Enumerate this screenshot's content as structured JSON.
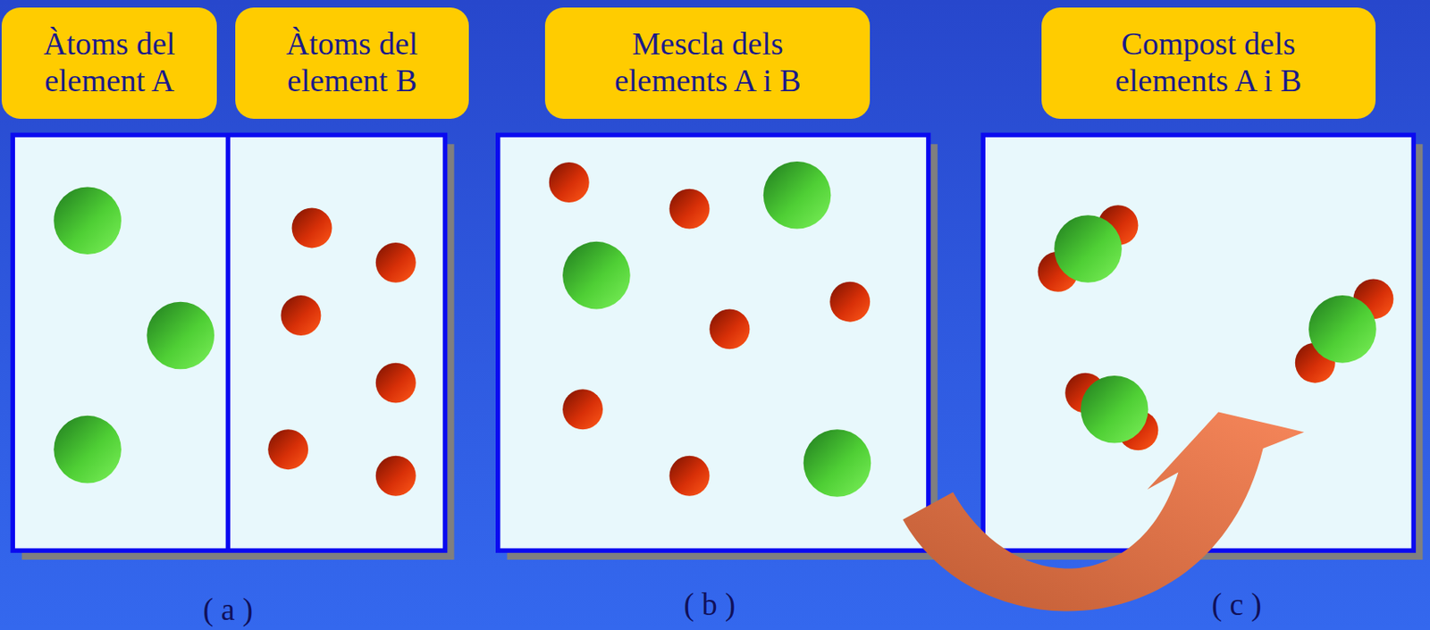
{
  "diagram": {
    "nodes": [
      {
        "text": [
          "Àtoms del element A"
        ]
      },
      {
        "text": [
          "Àtoms del element B"
        ]
      },
      {
        "text": [
          "Mescla dels elements A i B"
        ]
      },
      {
        "text": [
          "Compost dels elements A i B"
        ]
      }
    ],
    "labels": [
      "( a )",
      "( b )",
      "( c )"
    ]
  }
}
